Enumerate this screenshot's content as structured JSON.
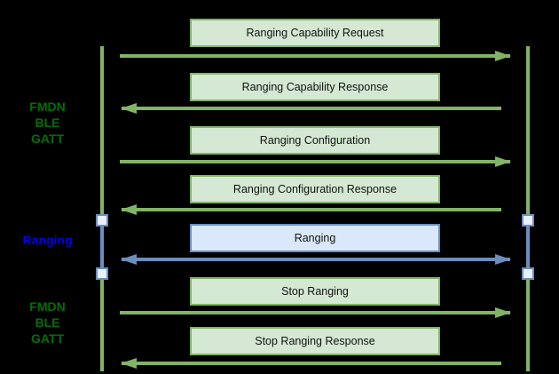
{
  "diagram": {
    "type": "sequence-diagram",
    "lanes": [
      {
        "id": "fmdn-ble-gatt-top",
        "lines": [
          "FMDN",
          "BLE",
          "GATT"
        ],
        "color": "#007000"
      },
      {
        "id": "ranging",
        "lines": [
          "Ranging"
        ],
        "color": "#0000ee"
      },
      {
        "id": "fmdn-ble-gatt-bottom",
        "lines": [
          "FMDN",
          "BLE",
          "GATT"
        ],
        "color": "#007000"
      }
    ],
    "messages": [
      {
        "label": "Ranging Capability Request",
        "direction": "right",
        "style": "green"
      },
      {
        "label": "Ranging Capability Response",
        "direction": "left",
        "style": "green"
      },
      {
        "label": "Ranging Configuration",
        "direction": "right",
        "style": "green"
      },
      {
        "label": "Ranging Configuration Response",
        "direction": "left",
        "style": "green"
      },
      {
        "label": "Ranging",
        "direction": "both",
        "style": "blue"
      },
      {
        "label": "Stop Ranging",
        "direction": "right",
        "style": "green"
      },
      {
        "label": "Stop Ranging Response",
        "direction": "left",
        "style": "green"
      }
    ],
    "colors": {
      "background": "#000000",
      "green_fill": "#d5e8d4",
      "green_stroke": "#82b366",
      "blue_fill": "#dae8fc",
      "blue_stroke": "#6c8ebf",
      "label_green": "#007000",
      "label_blue": "#0000ee",
      "box_text": "#111111",
      "activation_fill": "#e9effb"
    }
  }
}
